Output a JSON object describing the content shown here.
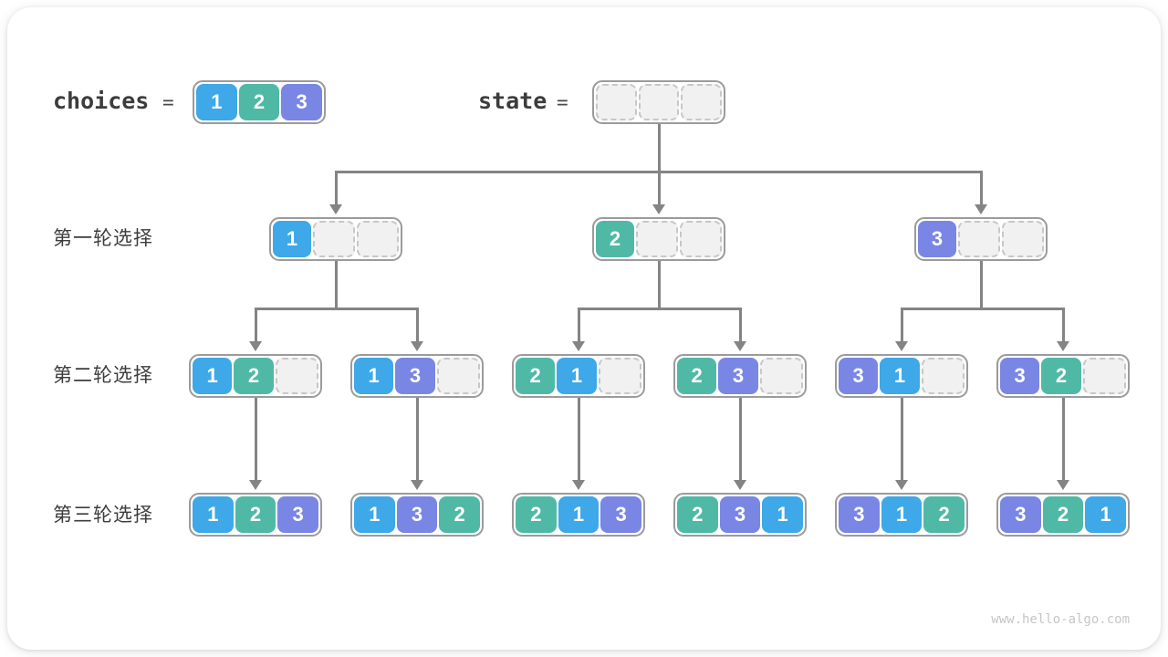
{
  "diagram": {
    "watermark": "www.hello-algo.com",
    "choices": {
      "label": "choices",
      "equals": "=",
      "values": [
        1,
        2,
        3
      ]
    },
    "state": {
      "label": "state",
      "equals": "=",
      "values": [
        null,
        null,
        null
      ]
    },
    "rows": [
      {
        "label": "第一轮选择",
        "nodes": [
          [
            1,
            null,
            null
          ],
          [
            2,
            null,
            null
          ],
          [
            3,
            null,
            null
          ]
        ]
      },
      {
        "label": "第二轮选择",
        "nodes": [
          [
            1,
            2,
            null
          ],
          [
            1,
            3,
            null
          ],
          [
            2,
            1,
            null
          ],
          [
            2,
            3,
            null
          ],
          [
            3,
            1,
            null
          ],
          [
            3,
            2,
            null
          ]
        ]
      },
      {
        "label": "第三轮选择",
        "nodes": [
          [
            1,
            2,
            3
          ],
          [
            1,
            3,
            2
          ],
          [
            2,
            1,
            3
          ],
          [
            2,
            3,
            1
          ],
          [
            3,
            1,
            2
          ],
          [
            3,
            2,
            1
          ]
        ]
      }
    ]
  },
  "colors": {
    "value1": "#3EA8E8",
    "value2": "#4FB9A6",
    "value3": "#7A86E4",
    "arrow": "#848484",
    "box_border": "#9B9B9B",
    "empty_fill": "#F1F1F2",
    "empty_border": "#C7C7C7"
  }
}
